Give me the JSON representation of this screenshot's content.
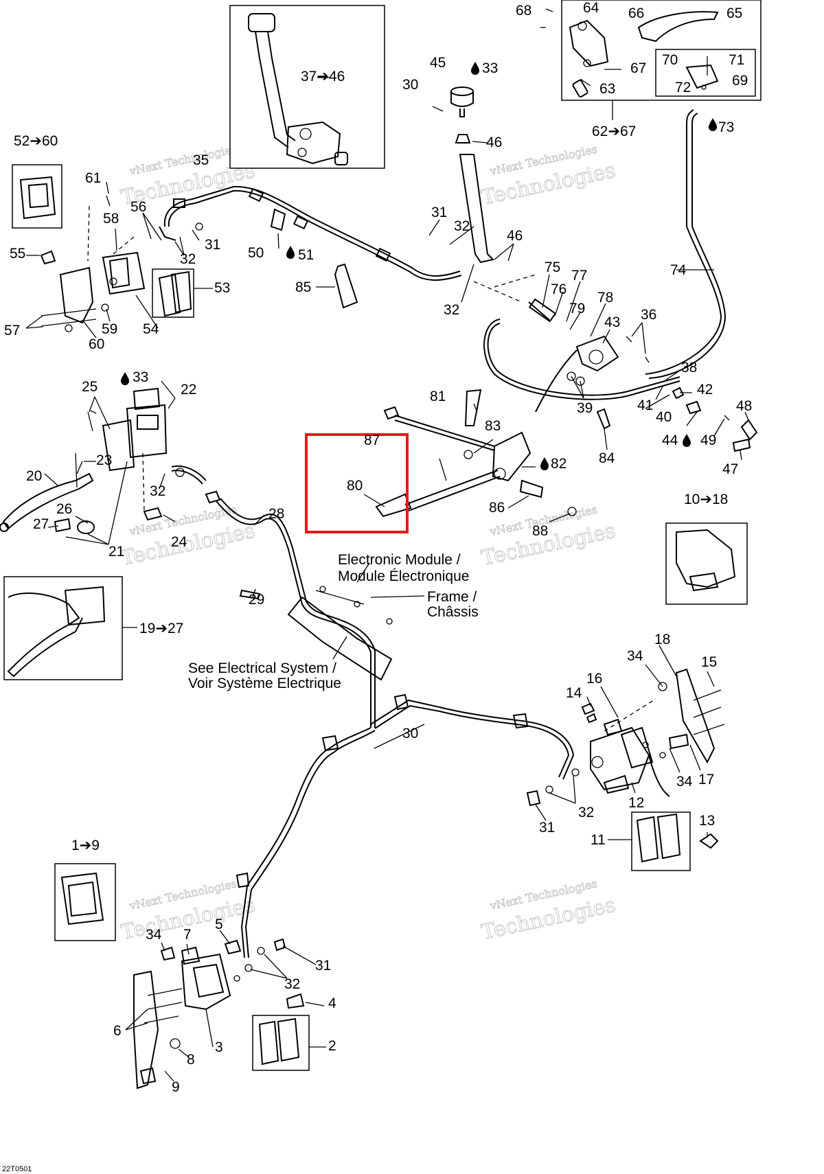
{
  "diagram": {
    "ref_code": "22T0501",
    "highlight_label": "80",
    "watermark": {
      "line1": "vNext Technologies",
      "line2": "Technologies"
    },
    "notes": {
      "electronic_module_1": "Electronic Module /",
      "electronic_module_2": "Module Électronique",
      "frame_1": "Frame /",
      "frame_2": "Châssis",
      "electrical_1": "See Electrical System /",
      "electrical_2": "Voir Système Electrique"
    },
    "labels": {
      "l68": "68",
      "l64": "64",
      "l66": "66",
      "l65": "65",
      "l70": "70",
      "l71": "71",
      "l67": "67",
      "l69": "69",
      "l72": "72",
      "l63": "63",
      "l6267": "62➔67",
      "l73": "73",
      "l45": "45",
      "l33a": "33",
      "l30a": "30",
      "l3746": "37➔46",
      "l46a": "46",
      "l5260": "52➔60",
      "l35": "35",
      "l61": "61",
      "l56": "56",
      "l58": "58",
      "l31a": "31",
      "l32a": "32",
      "l50": "50",
      "l51": "51",
      "l55": "55",
      "l53": "53",
      "l57": "57",
      "l59": "59",
      "l60": "60",
      "l54": "54",
      "l85": "85",
      "l31b": "31",
      "l32b": "32",
      "l46b": "46",
      "l32c": "32",
      "l75": "75",
      "l76": "76",
      "l77": "77",
      "l74": "74",
      "l79": "79",
      "l78": "78",
      "l43": "43",
      "l36": "36",
      "l38": "38",
      "l42": "42",
      "l41": "41",
      "l40": "40",
      "l39": "39",
      "l48": "48",
      "l44": "44",
      "l49": "49",
      "l47": "47",
      "l84": "84",
      "l81": "81",
      "l83": "83",
      "l87": "87",
      "l82": "82",
      "l80": "80",
      "l86": "86",
      "l88": "88",
      "l1018": "10➔18",
      "l33b": "33",
      "l22": "22",
      "l25": "25",
      "l23": "23",
      "l20": "20",
      "l32d": "32",
      "l26": "26",
      "l27": "27",
      "l24": "24",
      "l21": "21",
      "l28": "28",
      "l29": "29",
      "l1927": "19➔27",
      "l18": "18",
      "l34a": "34",
      "l15": "15",
      "l16": "16",
      "l14": "14",
      "l30b": "30",
      "l34b": "34",
      "l17": "17",
      "l12": "12",
      "l32e": "32",
      "l31c": "31",
      "l13": "13",
      "l11": "11",
      "l19": "1➔9",
      "l34c": "34",
      "l7": "7",
      "l5": "5",
      "l31d": "31",
      "l32f": "32",
      "l4": "4",
      "l6": "6",
      "l2": "2",
      "l3": "3",
      "l8": "8",
      "l9": "9"
    }
  }
}
